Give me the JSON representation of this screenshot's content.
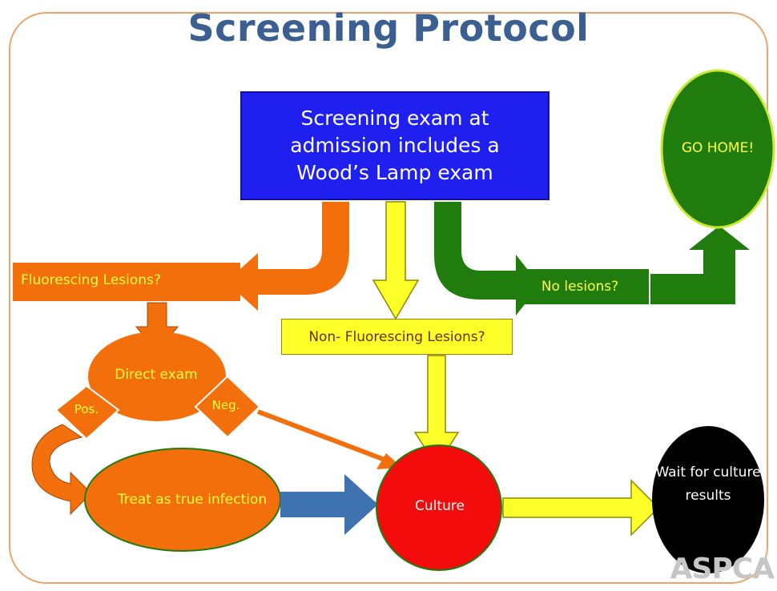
{
  "title": "Screening Protocol",
  "nodes": {
    "screening_exam": "Screening exam at admission includes a Wood’s Lamp exam",
    "fluorescing": "Fluorescing Lesions?",
    "non_fluorescing": "Non- Fluorescing Lesions?",
    "no_lesions": "No lesions?",
    "go_home": "GO HOME!",
    "direct_exam": "Direct exam",
    "pos": "Pos.",
    "neg": "Neg.",
    "treat": "Treat as true infection",
    "culture": "Culture",
    "wait": "Wait for culture results"
  },
  "logo": "ASPCA",
  "colors": {
    "title": "#3b5f91",
    "screening_box": "#1f1fef",
    "orange": "#f36f0c",
    "yellow": "#ffff2a",
    "green": "#1f7c0d",
    "red": "#f40c0c",
    "black": "#000000",
    "blue_arrow": "#3f72b1",
    "label_text": "#ffff40"
  }
}
